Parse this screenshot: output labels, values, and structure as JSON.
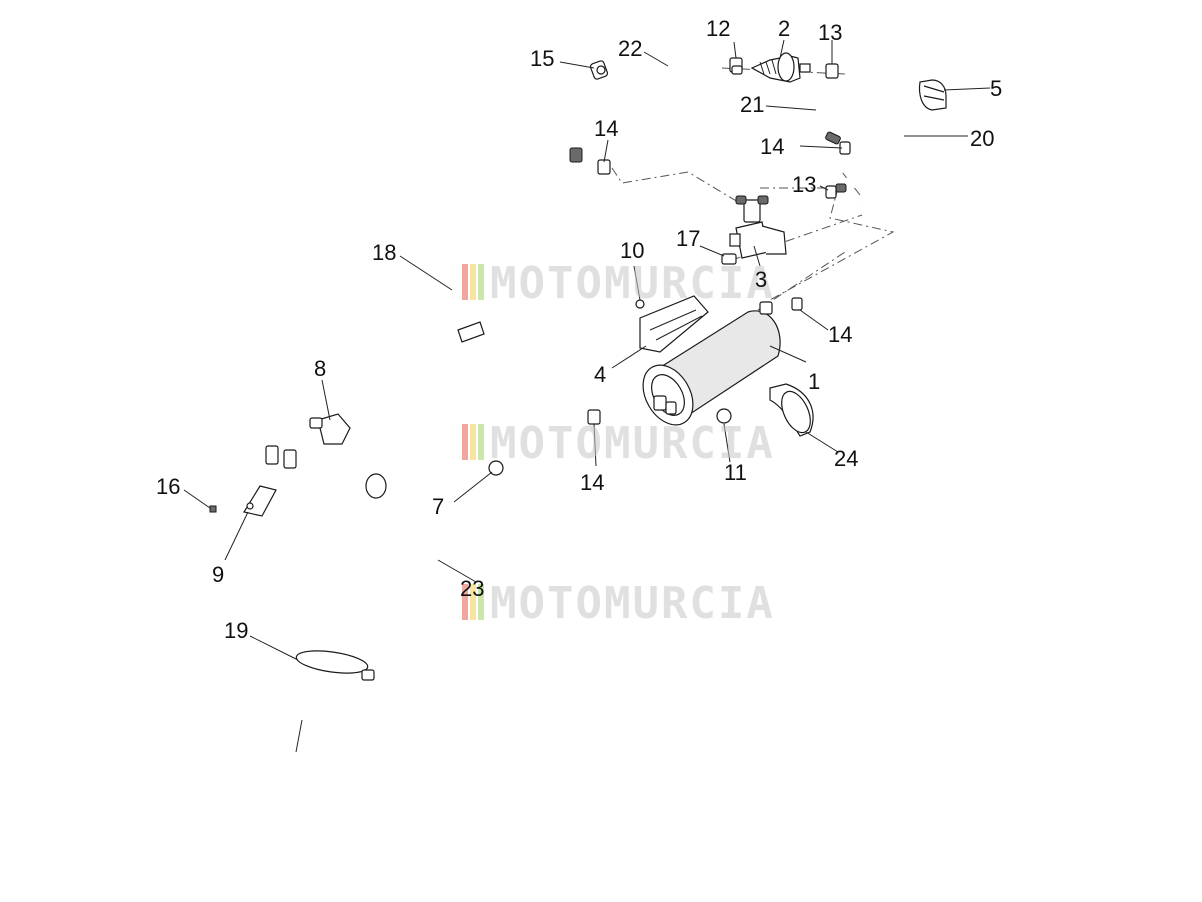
{
  "watermark": {
    "text": "MOTOMURCIA",
    "stripe_colors": [
      "#e23a2c",
      "#f2c531",
      "#8dc63f"
    ]
  },
  "callouts": [
    {
      "id": "c-1",
      "label": "1"
    },
    {
      "id": "c-2",
      "label": "2"
    },
    {
      "id": "c-3",
      "label": "3"
    },
    {
      "id": "c-4",
      "label": "4"
    },
    {
      "id": "c-5",
      "label": "5"
    },
    {
      "id": "c-7",
      "label": "7"
    },
    {
      "id": "c-8",
      "label": "8"
    },
    {
      "id": "c-9",
      "label": "9"
    },
    {
      "id": "c-10",
      "label": "10"
    },
    {
      "id": "c-11",
      "label": "11"
    },
    {
      "id": "c-12",
      "label": "12"
    },
    {
      "id": "c-13a",
      "label": "13"
    },
    {
      "id": "c-13b",
      "label": "13"
    },
    {
      "id": "c-14a",
      "label": "14"
    },
    {
      "id": "c-14b",
      "label": "14"
    },
    {
      "id": "c-14c",
      "label": "14"
    },
    {
      "id": "c-14d",
      "label": "14"
    },
    {
      "id": "c-15",
      "label": "15"
    },
    {
      "id": "c-16",
      "label": "16"
    },
    {
      "id": "c-17",
      "label": "17"
    },
    {
      "id": "c-18",
      "label": "18"
    },
    {
      "id": "c-19",
      "label": "19"
    },
    {
      "id": "c-20",
      "label": "20"
    },
    {
      "id": "c-21",
      "label": "21"
    },
    {
      "id": "c-22",
      "label": "22"
    },
    {
      "id": "c-23",
      "label": "23"
    },
    {
      "id": "c-24",
      "label": "24"
    }
  ]
}
